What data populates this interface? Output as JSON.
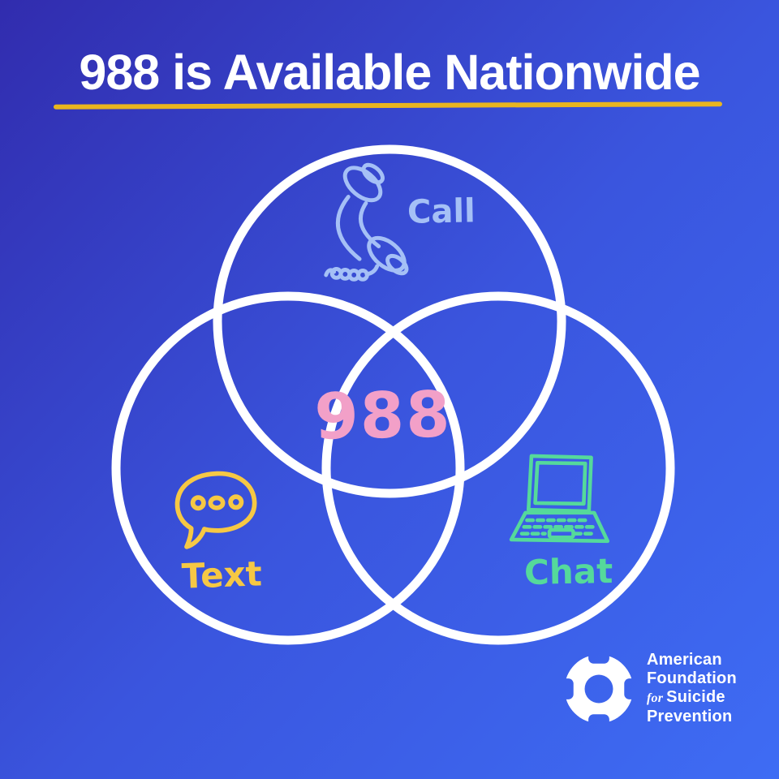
{
  "title": {
    "text": "988 is Available Nationwide"
  },
  "venn": {
    "center_label": "988",
    "sets": [
      {
        "id": "call",
        "label": "Call",
        "icon": "phone-handset-icon",
        "color": "#a5c0f6"
      },
      {
        "id": "text",
        "label": "Text",
        "icon": "speech-bubble-icon",
        "color": "#f6c844"
      },
      {
        "id": "chat",
        "label": "Chat",
        "icon": "laptop-icon",
        "color": "#55d99b"
      }
    ]
  },
  "logo": {
    "icon": "lifebuoy-icon",
    "line1": "American",
    "line2": "Foundation",
    "line3_italic": "for",
    "line3": "Suicide",
    "line4": "Prevention"
  },
  "colors": {
    "bg-start": "#312cae",
    "bg-mid": "#3a55de",
    "bg-end": "#3e6cf4",
    "circle": "#ffffff",
    "title": "#ffffff",
    "underline": "#e9b51f",
    "call": "#a5c0f6",
    "text": "#f6c844",
    "chat": "#55d99b",
    "center": "#f2a0c8"
  }
}
